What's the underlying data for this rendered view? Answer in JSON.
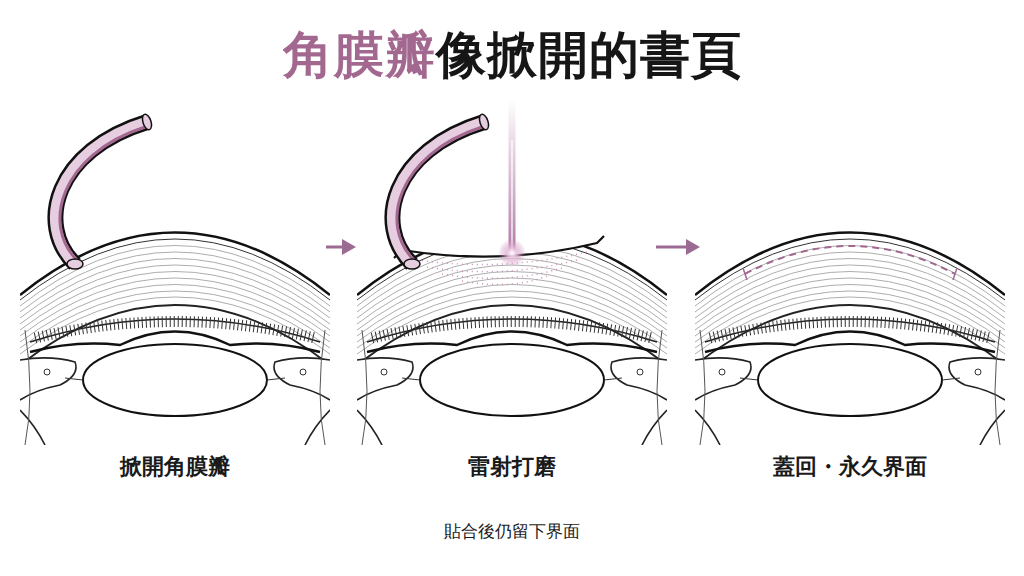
{
  "diagram": {
    "title": "角膜瓣像掀開的書頁",
    "caption": "貼合後仍留下界面",
    "labels": [
      "掀開角膜瓣",
      "雷射打磨",
      "蓋回・永久界面"
    ]
  }
}
